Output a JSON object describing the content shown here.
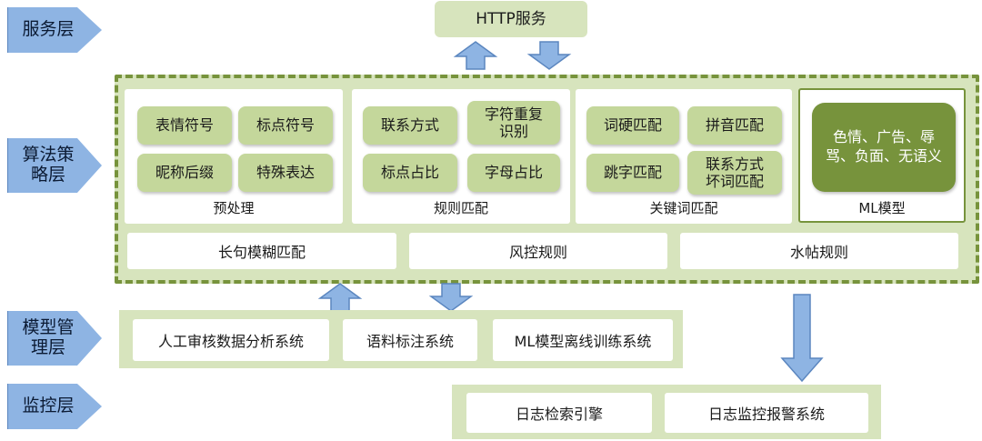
{
  "layers": {
    "service": "服务层",
    "algorithm": "算法策略层",
    "model": "模型管理层",
    "monitor": "监控层"
  },
  "service": {
    "http": "HTTP服务"
  },
  "algorithm": {
    "preprocess": {
      "items": [
        "表情符号",
        "标点符号",
        "昵称后缀",
        "特殊表达"
      ],
      "caption": "预处理"
    },
    "rules": {
      "items": [
        "联系方式",
        "字符重复识别",
        "标点占比",
        "字母占比"
      ],
      "caption": "规则匹配"
    },
    "keywords": {
      "items": [
        "词硬匹配",
        "拼音匹配",
        "跳字匹配",
        "联系方式坏词匹配"
      ],
      "caption": "关键词匹配"
    },
    "ml": {
      "categories": "色情、广告、辱骂、负面、无语义",
      "caption": "ML模型"
    },
    "bottom": [
      "长句模糊匹配",
      "风控规则",
      "水帖规则"
    ]
  },
  "model_mgmt": [
    "人工审核数据分析系统",
    "语料标注系统",
    "ML模型离线训练系统"
  ],
  "monitor": [
    "日志检索引擎",
    "日志监控报警系统"
  ],
  "colors": {
    "layer_blue": "#8eb4e3",
    "panel_green": "#d7e4bd",
    "item_green": "#c4d79b",
    "ml_green": "#77933c",
    "dashed_border": "#77933c",
    "arrow_blue": "#8eb4e3"
  }
}
